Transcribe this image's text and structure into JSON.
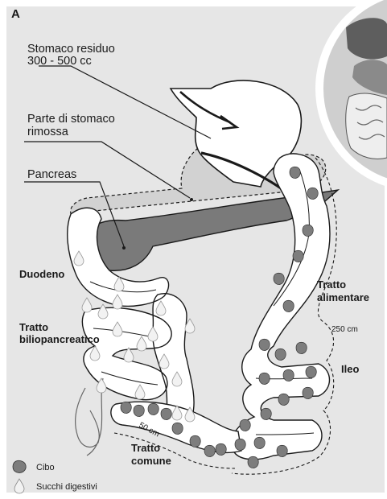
{
  "panel_letter": "A",
  "labels": {
    "stomaco_residuo_l1": "Stomaco residuo",
    "stomaco_residuo_l2": "300 - 500 cc",
    "parte_stomaco_l1": "Parte di stomaco",
    "parte_stomaco_l2": "rimossa",
    "pancreas": "Pancreas",
    "duodeno": "Duodeno",
    "tratto_bilio_l1": "Tratto",
    "tratto_bilio_l2": "biliopancreatico",
    "tratto_alim_l1": "Tratto",
    "tratto_alim_l2": "alimentare",
    "len_250": "250 cm",
    "ileo": "Ileo",
    "len_50": "50 cm",
    "tratto_comune_l1": "Tratto",
    "tratto_comune_l2": "comune"
  },
  "legend": [
    {
      "label": "Cibo",
      "icon": "food-bolus-icon"
    },
    {
      "label": "Succhi digestivi",
      "icon": "digestive-juice-drop-icon"
    }
  ],
  "colors": {
    "background_panel": "#e6e6e6",
    "stomach_removed": "#d2d2d2",
    "pancreas": "#7a7a7a",
    "food": "#7d7d7d",
    "drop": "#f2f2f2",
    "outline": "#1a1a1a"
  }
}
